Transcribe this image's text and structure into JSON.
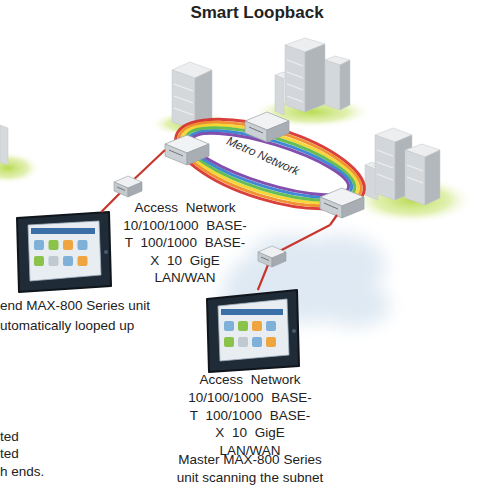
{
  "diagram": {
    "title": "Smart Loopback",
    "nodes": [
      {
        "text": [
          "Metro Network"
        ]
      },
      {
        "text": [
          "end MAX-800 Series unit utomatically looped up"
        ]
      },
      {
        "text": [
          "Master MAX-800 Series unit scanning the subnet"
        ]
      }
    ],
    "edges": [
      {
        "from": 1,
        "to": 0,
        "arrow": "none"
      },
      {
        "from": 2,
        "to": 0,
        "arrow": "none"
      }
    ],
    "labels": [
      "Access Network 10/100/1000 BASE-T 100/1000 BASE-X 10 GigE LAN/WAN",
      "Access Network 10/100/1000 BASE-T 100/1000 BASE-X 10 GigE LAN/WAN",
      "ted",
      "ted",
      "h ends."
    ]
  }
}
